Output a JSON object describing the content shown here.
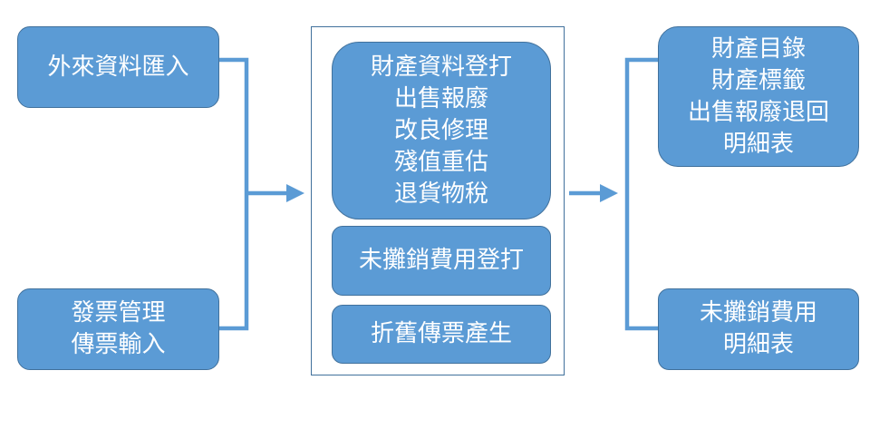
{
  "inputs": {
    "external_import": [
      "外來資料匯入"
    ],
    "invoice_management": [
      "發票管理",
      "傳票輸入"
    ]
  },
  "process": {
    "asset_entry": [
      "財產資料登打",
      "出售報廢",
      "改良修理",
      "殘值重估",
      "退貨物稅"
    ],
    "unamortized_entry": [
      "未攤銷費用登打"
    ],
    "depreciation_voucher": [
      "折舊傳票產生"
    ]
  },
  "outputs": {
    "asset_reports": [
      "財產目錄",
      "財產標籤",
      "出售報廢退回",
      "明細表"
    ],
    "unamortized_report": [
      "未攤銷費用",
      "明細表"
    ]
  },
  "colors": {
    "box_fill": "#5b9bd5",
    "box_border": "#41719c",
    "connector": "#5b9bd5",
    "text": "#ffffff"
  }
}
